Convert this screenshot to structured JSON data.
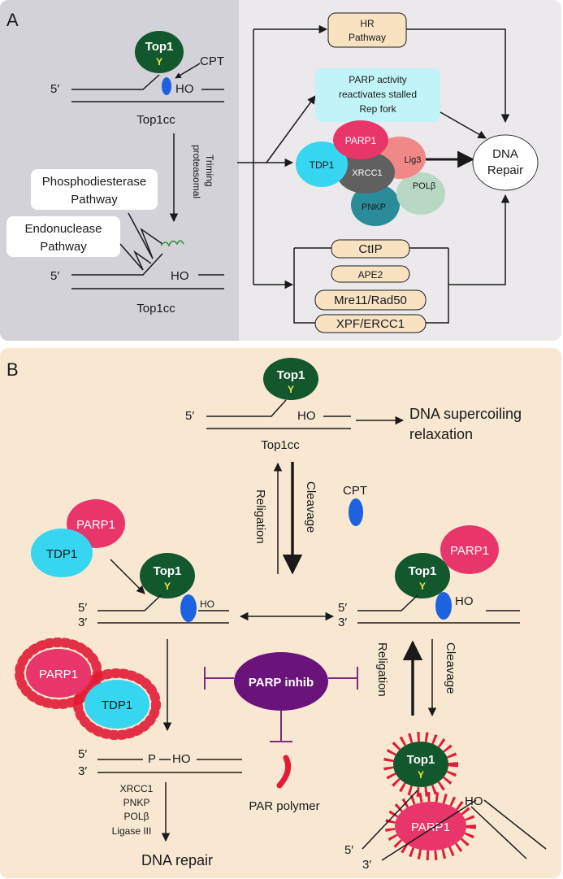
{
  "panelA": {
    "label": "A",
    "top1": "Top1",
    "y": "Y",
    "cpt": "CPT",
    "five_prime": "5′",
    "ho": "HO",
    "top1cc_1": "Top1cc",
    "proteasomal_1": "proteasomal",
    "proteasomal_2": "Triming",
    "phospho_1": "Phosphodiesterase",
    "phospho_2": "Pathway",
    "endo_1": "Endonuclease",
    "endo_2": "Pathway",
    "five_prime_2": "5′",
    "ho_2": "HO",
    "top1cc_2": "Top1cc",
    "hr_1": "HR",
    "hr_2": "Pathway",
    "parp_act_1": "PARP activity",
    "parp_act_2": "reactivates stalled",
    "parp_act_3": "Rep fork",
    "parp1": "PARP1",
    "lig3": "Lig3",
    "tdp1": "TDP1",
    "xrcc1": "XRCC1",
    "polb": "POLβ",
    "pnkp": "PNKP",
    "dna_repair_1": "DNA",
    "dna_repair_2": "Repair",
    "ctip": "CtIP",
    "ape2": "APE2",
    "mre11": "Mre11/Rad50",
    "xpf": "XPF/ERCC1"
  },
  "panelB": {
    "label": "B",
    "top1": "Top1",
    "y": "Y",
    "five_prime": "5′",
    "three_prime": "3′",
    "ho": "HO",
    "top1cc": "Top1cc",
    "supercoil_1": "DNA supercoiling",
    "supercoil_2": "relaxation",
    "religation": "Religation",
    "cleavage": "Cleavage",
    "cpt": "CPT",
    "parp1": "PARP1",
    "tdp1": "TDP1",
    "parp_inhib": "PARP inhib",
    "p": "P",
    "xrcc1": "XRCC1",
    "pnkp": "PNKP",
    "polb": "POLβ",
    "ligase": "Ligase III",
    "dna_repair": "DNA repair",
    "par_polymer": "PAR polymer"
  }
}
